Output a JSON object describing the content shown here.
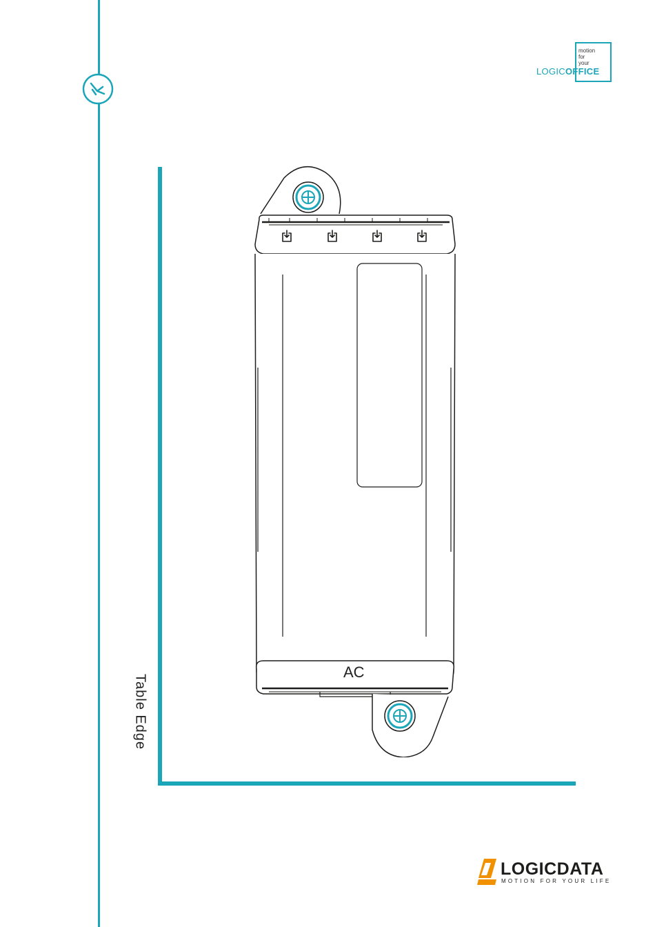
{
  "header": {
    "logic_office": {
      "tagline": [
        "motion",
        "for",
        "your"
      ],
      "brand_light": "LOGIC",
      "brand_bold": "OFFICE"
    }
  },
  "figure": {
    "edge_label": "Table Edge",
    "device_label": "AC",
    "port_count": 4
  },
  "footer": {
    "logicdata": {
      "word": "LOGICDATA",
      "tagline": "MOTION FOR YOUR LIFE"
    }
  },
  "colors": {
    "accent": "#1aa5b8",
    "logicdata_orange": "#f29100",
    "ink": "#1d1d1b"
  }
}
